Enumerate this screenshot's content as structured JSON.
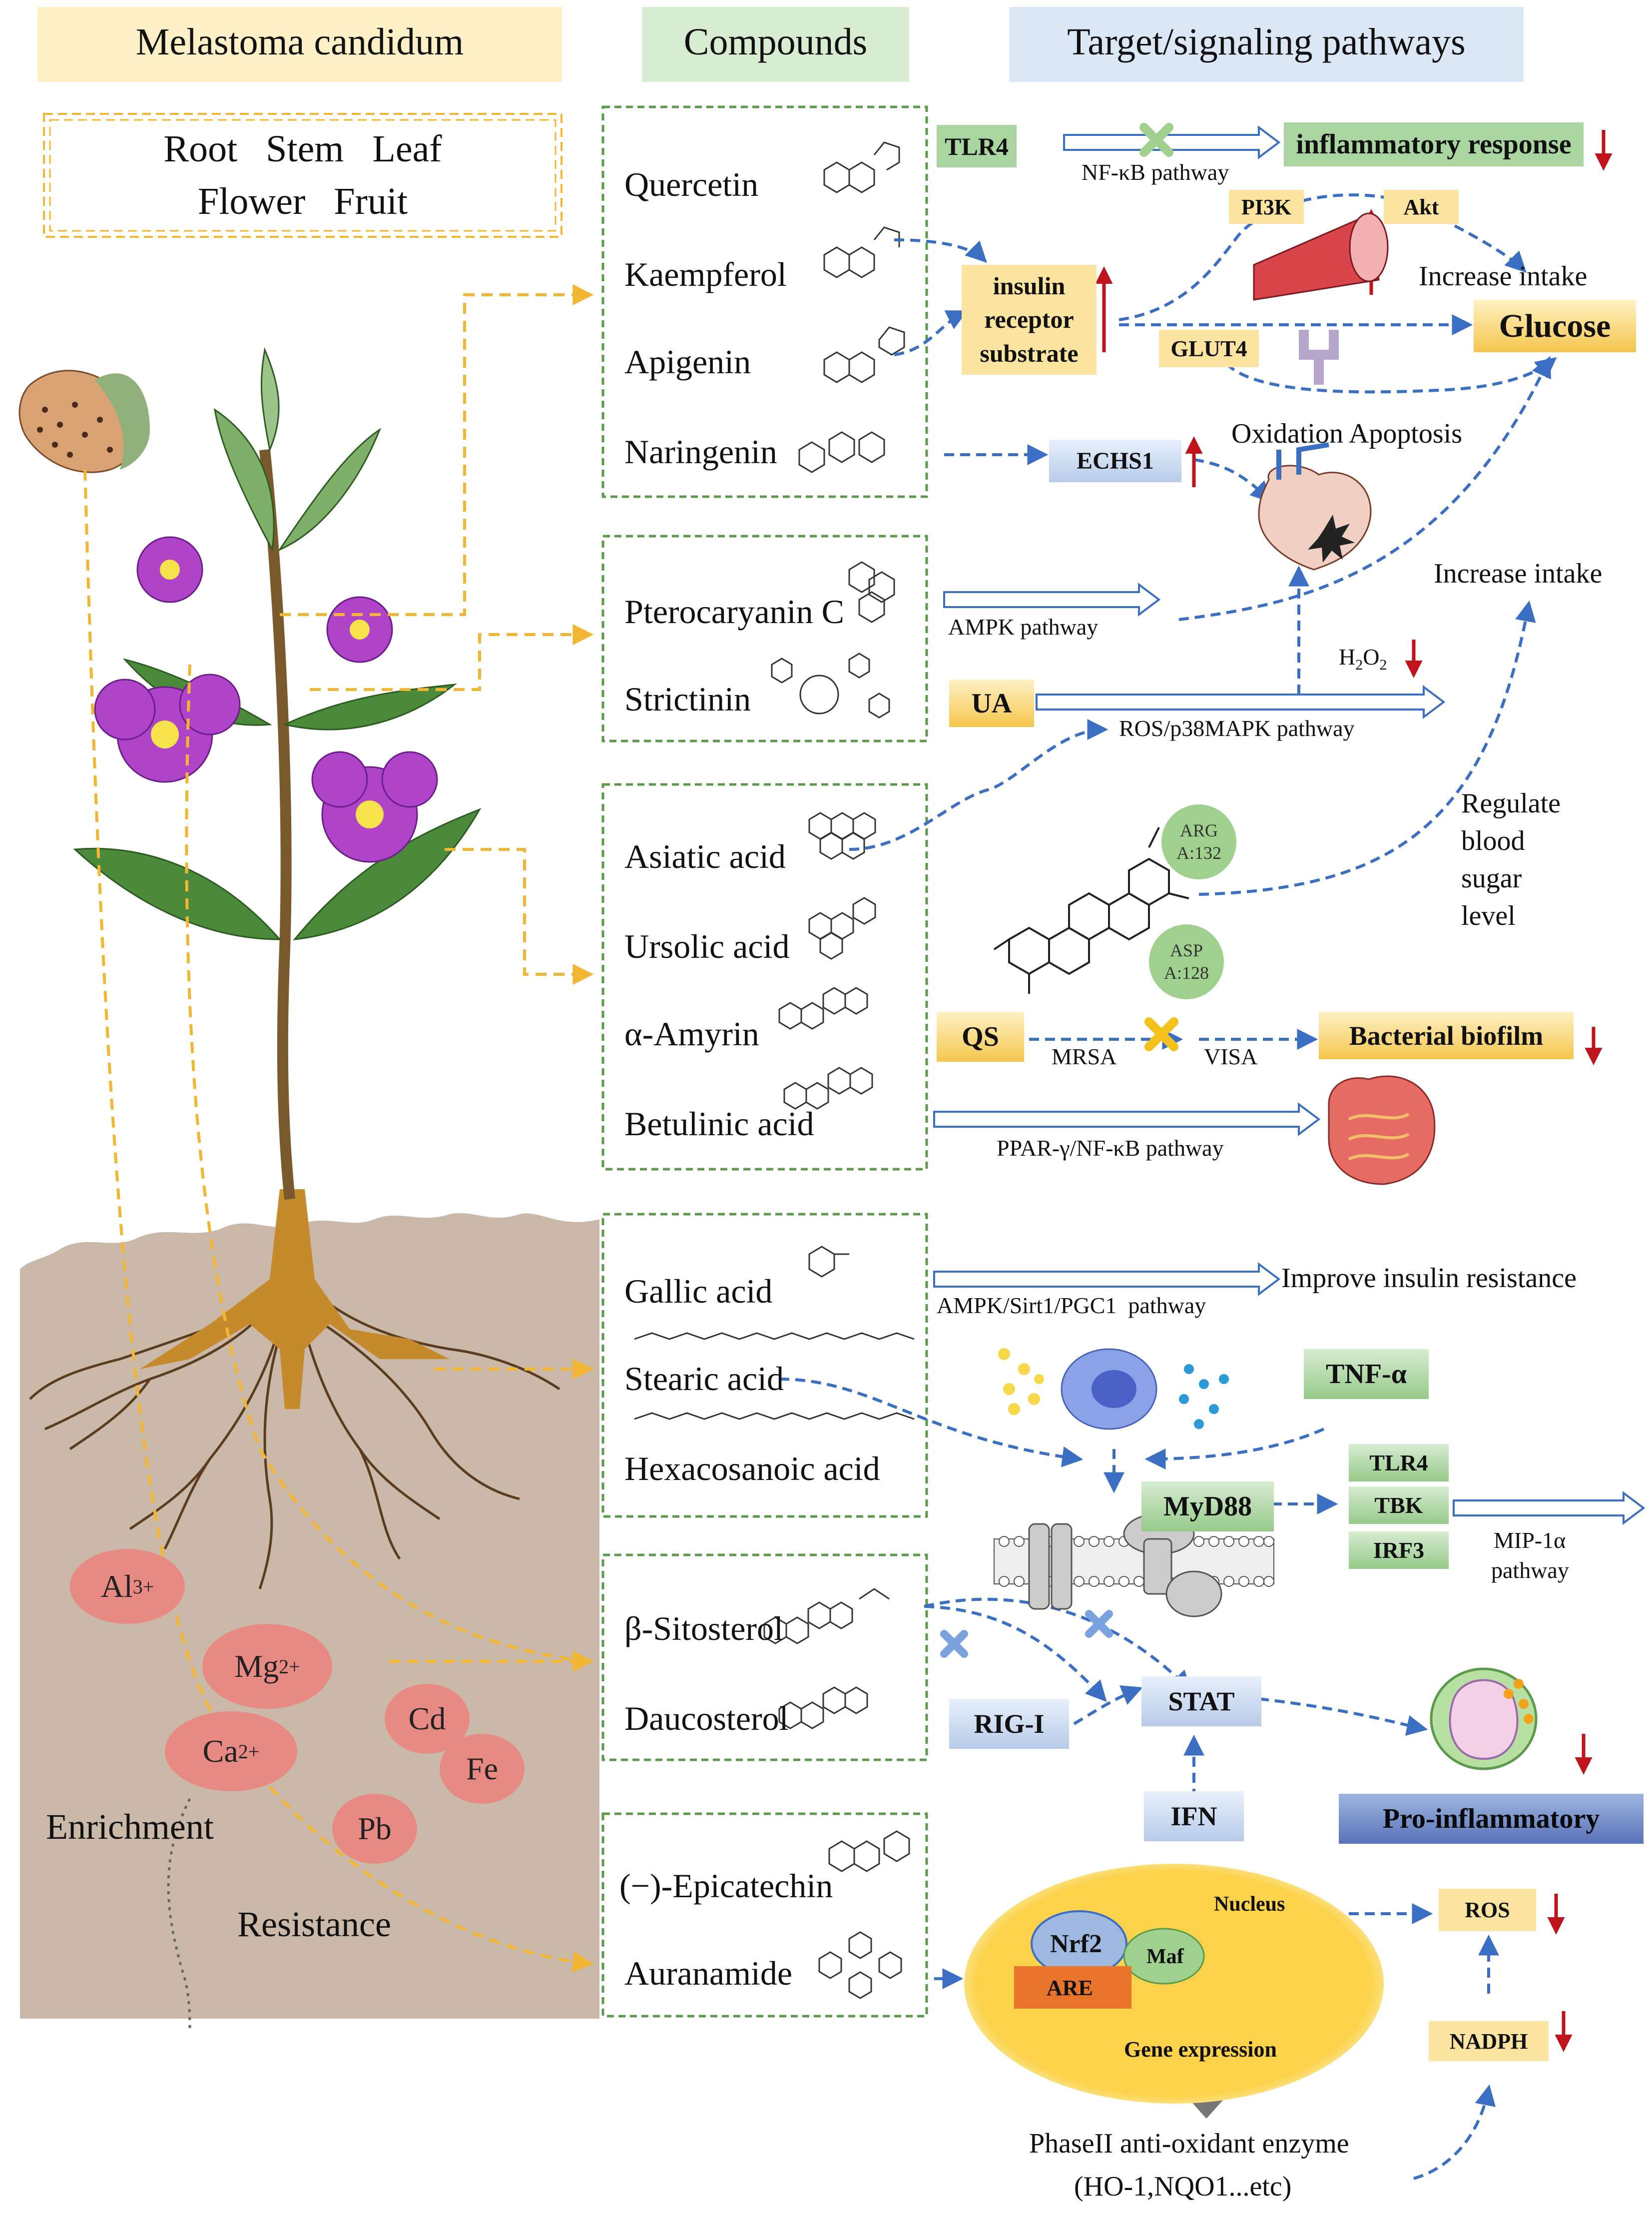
{
  "headers": {
    "plant": "Melastoma candidum",
    "compounds": "Compounds",
    "pathways": "Target/signaling pathways"
  },
  "plant_parts": {
    "line1": "Root   Stem   Leaf",
    "line2": "Flower   Fruit"
  },
  "soil": {
    "ions": [
      "Al3+",
      "Mg2+",
      "Ca2+",
      "Cd",
      "Fe",
      "Pb"
    ],
    "enrichment": "Enrichment",
    "resistance": "Resistance"
  },
  "compound_groups": [
    [
      "Quercetin",
      "Kaempferol",
      "Apigenin",
      "Naringenin"
    ],
    [
      "Pterocaryanin C",
      "Strictinin"
    ],
    [
      "Asiatic acid",
      "Ursolic acid",
      "α-Amyrin",
      "Betulinic acid"
    ],
    [
      "Gallic acid",
      "Stearic acid",
      "Hexacosanoic acid"
    ],
    [
      "β-Sitosterol",
      "Daucosterol"
    ],
    [
      "(−)-Epicatechin",
      "Auranamide"
    ]
  ],
  "labels": {
    "tlr4_top": "TLR4",
    "inflammatory": "inflammatory response",
    "nfkb": "NF-κB pathway",
    "pi3k": "PI3K",
    "akt": "Akt",
    "insulin_line1": "insulin",
    "insulin_line2": "receptor",
    "insulin_line3": "substrate",
    "increase_intake_1": "Increase intake",
    "glucose": "Glucose",
    "glut4": "GLUT4",
    "oxidation": "Oxidation Apoptosis",
    "echs1": "ECHS1",
    "ampk": "AMPK pathway",
    "increase_intake_2": "Increase intake",
    "h2o2": "H2O2",
    "ua": "UA",
    "ros_p38": "ROS/p38MAPK pathway",
    "regulate": [
      "Regulate",
      "blood",
      "sugar",
      "level"
    ],
    "arg": [
      "ARG",
      "A:132"
    ],
    "asp": [
      "ASP",
      "A:128"
    ],
    "qs": "QS",
    "mrsa": "MRSA",
    "visa": "VISA",
    "biofilm": "Bacterial biofilm",
    "ppar": "PPAR-γ/NF-κB pathway",
    "ampk_sirt": "AMPK/Sirt1/PGC1  pathway",
    "improve_insulin": "Improve insulin resistance",
    "tnf": "TNF-α",
    "myd88": "MyD88",
    "tlr4_low": "TLR4",
    "tbk": "TBK",
    "irf3": "IRF3",
    "mip_line1": "MIP-1α",
    "mip_line2": "pathway",
    "rig": "RIG-I",
    "stat": "STAT",
    "ifn": "IFN",
    "proinflam": "Pro-inflammatory",
    "nucleus": "Nucleus",
    "nrf2": "Nrf2",
    "maf": "Maf",
    "are": "ARE",
    "gene_expression": "Gene expression",
    "ros": "ROS",
    "nadph": "NADPH",
    "phase2_line1": "PhaseII anti-oxidant enzyme",
    "phase2_line2": "(HO-1,NQO1...etc)"
  },
  "colors": {
    "plant_header": "#fdefc6",
    "compound_header": "#d8ecd2",
    "pathway_header": "#dbe7f5",
    "soil": "#cab8a8",
    "dashed_arrow": "#3b6fc4",
    "yellow_arrow": "#f2b632",
    "down_arrow": "#c0141c",
    "ion": "#e88a84"
  }
}
